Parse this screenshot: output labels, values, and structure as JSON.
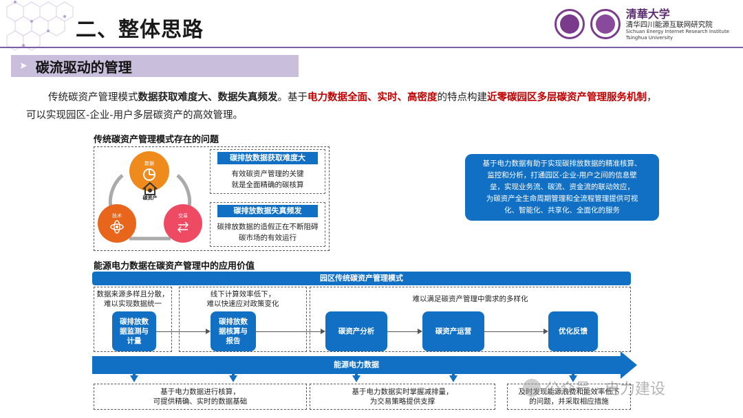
{
  "header": {
    "title": "二、整体思路",
    "institute_calligraphy": "清華大学",
    "institute_cn": "清华四川能源互联网研究院",
    "institute_en_line1": "Sichuan Energy Internet Research Institute",
    "institute_en_line2": "Tsinghua University"
  },
  "section": {
    "arrow": "➤",
    "title": "碳流驱动的管理"
  },
  "intro": {
    "seg1": "传统碳资产管理模式",
    "seg2": "数据获取难度大、数据失真频发",
    "seg3": "。基于",
    "seg4": "电力数据全面、实时、高密度",
    "seg5": "的特点构建",
    "seg6": "近零碳园区多层碳资产管理服务机制",
    "seg7": "，",
    "line2": "可以实现园区-企业-用户多层碳资产的高效管理。"
  },
  "problems": {
    "heading": "传统碳资产管理模式存在的问题",
    "cycle": {
      "top": "数据",
      "left": "技术",
      "right": "交易",
      "center": "碳资产"
    },
    "items": [
      {
        "title": "碳排放数据获取难度大",
        "desc1": "有效碳资产管理的关键",
        "desc2": "就是全面精确的碳核算"
      },
      {
        "title": "碳排放数据失真频发",
        "desc1": "碳排放数据的造假正在不断阻碍",
        "desc2": "碳市场的有效运行"
      }
    ]
  },
  "bluecard": {
    "lines": [
      "基于电力数据有助于实现碳排放数据的精准核算、",
      "监控和分析，打通园区-企业-用户之间的信息壁",
      "垒，实现业务流、碳流、资金流的联动效应，",
      "为碳资产全生命周期管理和全流程管理提供可视",
      "化、智能化、共享化、全面化的服务"
    ]
  },
  "value": {
    "heading": "能源电力数据在碳资产管理中的应用价值",
    "model_bar": "园区传统碳资产管理模式",
    "issues": [
      {
        "line1": "数据来源多样且分散，",
        "line2": "难以实现数据统一"
      },
      {
        "line1": "线下计算效率低下，",
        "line2": "难以快速应对政策变化"
      },
      {
        "line1": "难以满足碳资产管理中需求的多样化",
        "line2": ""
      }
    ],
    "stages": [
      {
        "l1": "碳排放数",
        "l2": "据监测与",
        "l3": "计量"
      },
      {
        "l1": "碳排放数",
        "l2": "据核算与",
        "l3": "报告"
      },
      {
        "l1": "碳资产分析",
        "l2": "",
        "l3": ""
      },
      {
        "l1": "碳资产运营",
        "l2": "",
        "l3": ""
      },
      {
        "l1": "优化反馈",
        "l2": "",
        "l3": ""
      }
    ],
    "energy_bar": "能源电力数据",
    "benefits": [
      {
        "line1": "基于电力数据进行核算，",
        "line2": "可提供精确、实时的数据基础"
      },
      {
        "line1": "基于电力数据实时掌握减排量，",
        "line2": "为交易策略提供支撑"
      },
      {
        "line1": "及时发现能源浪费和能效率低下",
        "line2": "的问题，并采取相应措施"
      }
    ]
  },
  "watermark": "公众号 · 电力建设",
  "colors": {
    "accent_blue": "#1170c4",
    "purple": "#7b5ea7",
    "highlight_red": "#c00000",
    "section_bg": "#c9bfdc"
  }
}
